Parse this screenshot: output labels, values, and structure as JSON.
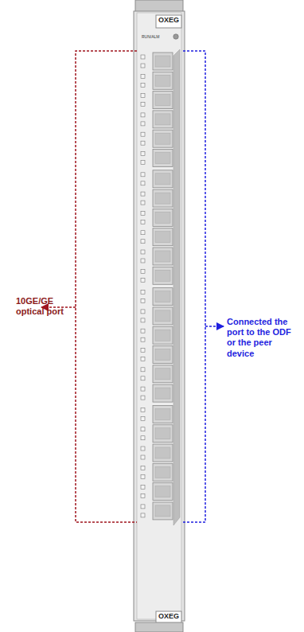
{
  "diagram": {
    "labels": [
      "OXEG",
      "RUN/ALM",
      "10GE/GE optical port",
      "Connected the port to the ODF or the peer device",
      "OXEG"
    ]
  }
}
